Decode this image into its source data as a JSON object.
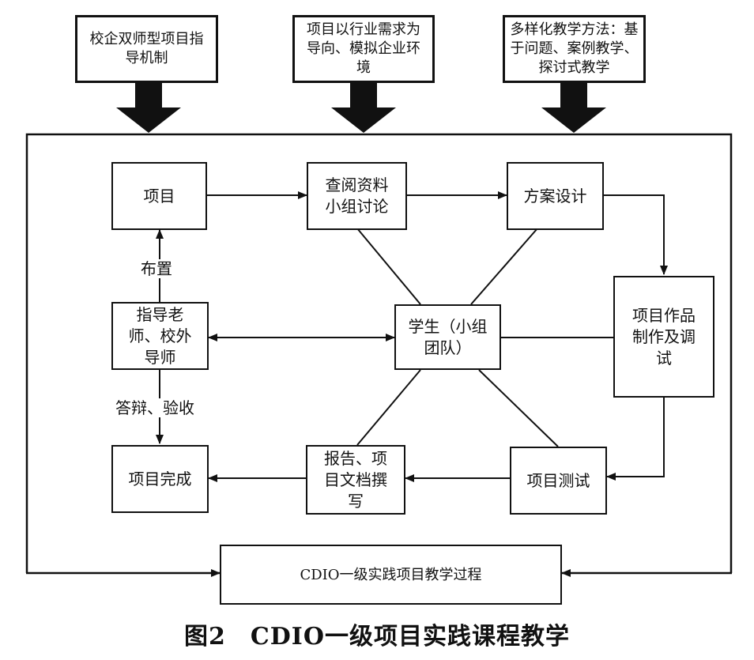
{
  "inputs": {
    "left": "校企双师型项目指导机制",
    "center": "项目以行业需求为导向、模拟企业环境",
    "right": "多样化教学方法：基于问题、案例教学、探讨式教学"
  },
  "nodes": {
    "project": "项目",
    "research": "查阅资料小组讨论",
    "design": "方案设计",
    "production": "项目作品制作及调试",
    "mentor": "指导老师、校外导师",
    "students": "学生（小组团队）",
    "complete": "项目完成",
    "report": "报告、项目文档撰写",
    "test": "项目测试",
    "frame": "CDIO一级实践项目教学过程"
  },
  "edge_labels": {
    "assign": "布置",
    "defense": "答辩、验收"
  },
  "caption": "图2　CDIO一级项目实践课程教学"
}
